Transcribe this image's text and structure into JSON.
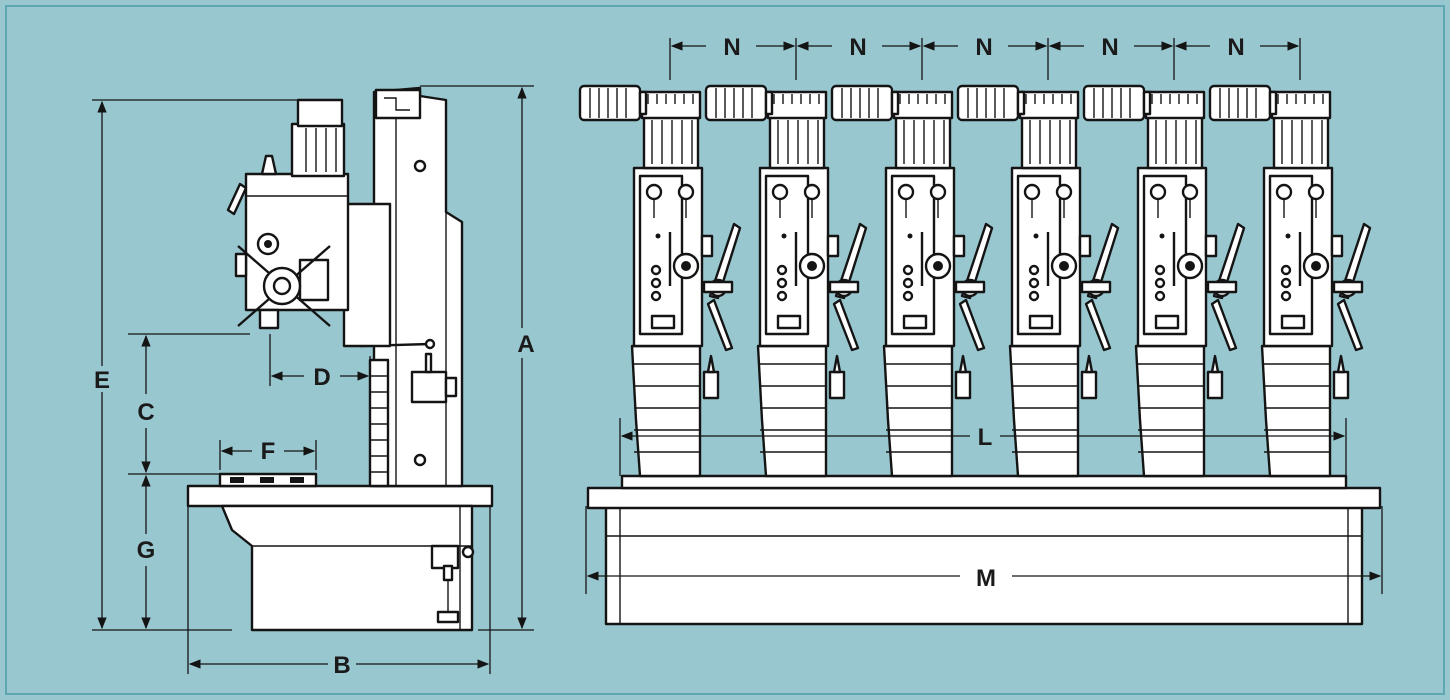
{
  "colors": {
    "background": "#99c7d0",
    "inner_border": "#5ea6b1",
    "line": "#141414",
    "machine_fill": "#ffffff"
  },
  "side_view": {
    "dimensions": {
      "A": "A",
      "B": "B",
      "C": "C",
      "D": "D",
      "E": "E",
      "F": "F",
      "G": "G"
    }
  },
  "front_view": {
    "head_count": 6,
    "dimensions": {
      "N": "N",
      "L": "L",
      "M": "M"
    }
  }
}
